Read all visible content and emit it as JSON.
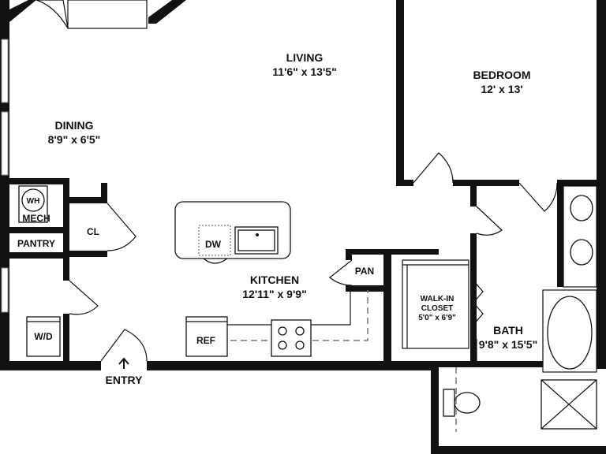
{
  "rooms": {
    "living": {
      "name": "LIVING",
      "size": "11'6\" x 13'5\""
    },
    "bedroom": {
      "name": "BEDROOM",
      "size": "12' x 13'"
    },
    "dining": {
      "name": "DINING",
      "size": "8'9\" x 6'5\""
    },
    "kitchen": {
      "name": "KITCHEN",
      "size": "12'11\" x 9'9\""
    },
    "walk_in_closet": {
      "name_line1": "WALK-IN",
      "name_line2": "CLOSET",
      "size": "5'0\" x 6'9\""
    },
    "bath": {
      "name": "BATH",
      "size": "9'8\" x 15'5\""
    }
  },
  "labels": {
    "wh": "WH",
    "mech": "MECH",
    "cl": "CL",
    "pantry": "PANTRY",
    "wd": "W/D",
    "dw": "DW",
    "pan": "PAN",
    "ref": "REF",
    "entry": "ENTRY"
  },
  "colors": {
    "wall": "#111111",
    "fixture": "#ffffff",
    "dashed": "#777777"
  }
}
